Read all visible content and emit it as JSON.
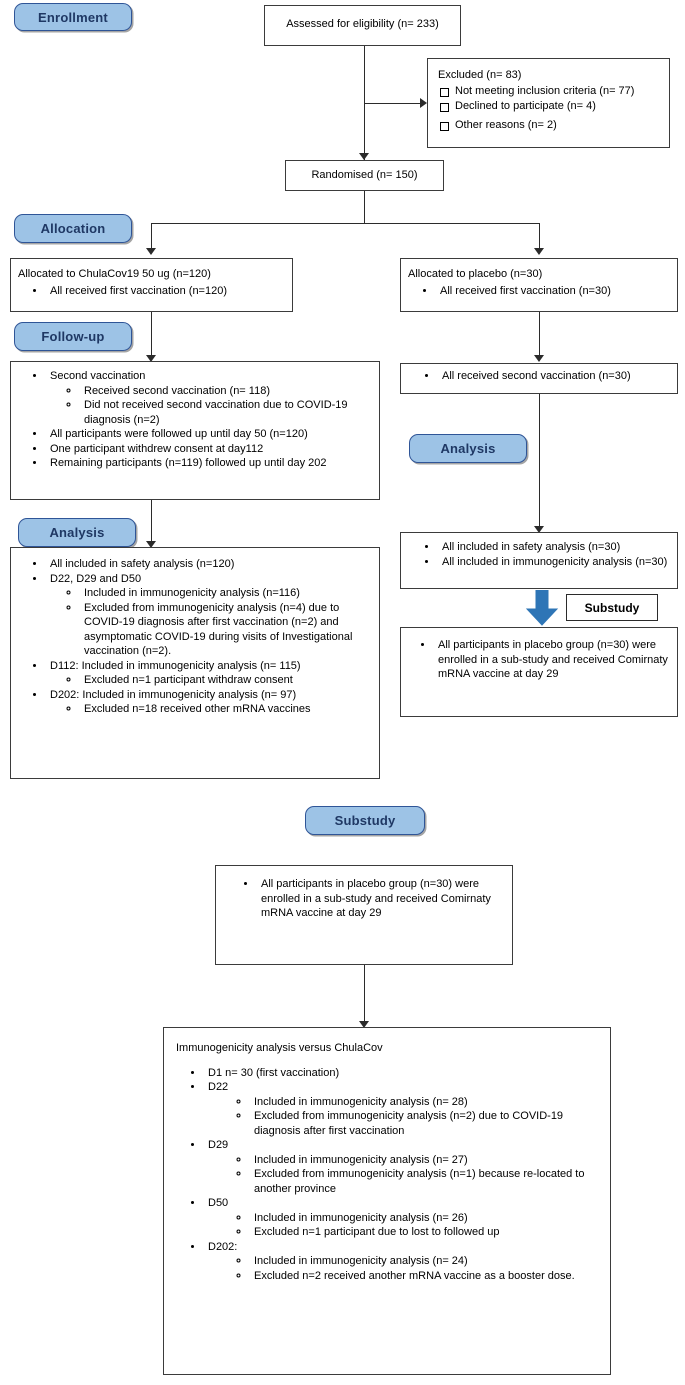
{
  "diagram": {
    "title": "CONSORT participant flow diagram",
    "colors": {
      "stage_fill": "#9DC3E6",
      "stage_border": "#2F5597",
      "stage_text": "#1F3864",
      "node_border": "#3B3B3B",
      "connector": "#2B2B2B",
      "fat_arrow": "#2E75B6"
    }
  },
  "stages": {
    "enrollment": "Enrollment",
    "allocation": "Allocation",
    "followup": "Follow-up",
    "analysis_left": "Analysis",
    "analysis_right": "Analysis",
    "substudy_center": "Substudy",
    "substudy_tag": "Substudy"
  },
  "nodes": {
    "assessed": {
      "text": "Assessed for eligibility (n= 233)"
    },
    "excluded": {
      "heading": "Excluded (n= 83)",
      "items": [
        "Not meeting inclusion criteria (n= 77)",
        "Declined to participate (n= 4)",
        "Other reasons (n= 2)"
      ]
    },
    "randomised": {
      "text": "Randomised (n= 150)"
    },
    "alloc_left": {
      "heading": "Allocated to ChulaCov19 50 ug (n=120)",
      "items": [
        "All received first vaccination (n=120)"
      ]
    },
    "alloc_right": {
      "heading": "Allocated to placebo (n=30)",
      "items": [
        "All received first vaccination (n=30)"
      ]
    },
    "followup_left": {
      "items": [
        {
          "text": "Second vaccination",
          "sub": [
            "Received second vaccination (n= 118)",
            "Did not received second vaccination due to COVID-19 diagnosis (n=2)"
          ]
        },
        {
          "text": "All participants were followed up until day 50 (n=120)",
          "sub": []
        },
        {
          "text": "One participant withdrew consent at day112",
          "sub": []
        },
        {
          "text": "Remaining participants (n=119) followed up until day 202",
          "sub": []
        }
      ]
    },
    "followup_right": {
      "items": [
        "All received second vaccination (n=30)"
      ]
    },
    "analysis_left": {
      "items": [
        {
          "text": "All included in safety analysis (n=120)",
          "sub": []
        },
        {
          "text": "D22, D29 and D50",
          "sub": [
            "Included in immunogenicity analysis (n=116)",
            "Excluded from immunogenicity analysis (n=4) due to COVID-19 diagnosis after first vaccination (n=2) and asymptomatic COVID-19 during visits of Investigational vaccination (n=2)."
          ]
        },
        {
          "text": "D112:  Included in immunogenicity analysis (n= 115)",
          "sub": [
            "Excluded n=1 participant withdraw consent"
          ]
        },
        {
          "text": "D202: Included in immunogenicity analysis (n= 97)",
          "sub": [
            "Excluded n=18 received other mRNA vaccines"
          ]
        }
      ]
    },
    "analysis_right": {
      "items": [
        "All included in safety analysis (n=30)",
        "All included in immunogenicity analysis (n=30)"
      ]
    },
    "substudy_right": {
      "items": [
        "All participants in placebo group (n=30) were enrolled in a sub-study and received Comirnaty mRNA vaccine at day 29"
      ]
    },
    "substudy_center": {
      "items": [
        "All participants in placebo group (n=30) were enrolled in a sub-study and received Comirnaty mRNA vaccine at day 29"
      ]
    },
    "substudy_analysis": {
      "heading": "Immunogenicity analysis versus ChulaCov",
      "items": [
        {
          "text": "D1 n= 30 (first vaccination)",
          "sub": []
        },
        {
          "text": "D22",
          "sub": [
            "Included in immunogenicity analysis (n= 28)",
            "Excluded from immunogenicity analysis (n=2) due to COVID-19 diagnosis after first vaccination"
          ]
        },
        {
          "text": "D29",
          "sub": [
            "Included in immunogenicity analysis (n= 27)",
            "Excluded from immunogenicity analysis (n=1) because re-located to another province"
          ]
        },
        {
          "text": "D50",
          "sub": [
            "Included in immunogenicity analysis (n= 26)",
            "Excluded n=1 participant due to lost to followed up"
          ]
        },
        {
          "text": "D202:",
          "sub": [
            "Included in immunogenicity analysis (n= 24)",
            "Excluded n=2 received another mRNA vaccine as a booster dose."
          ]
        }
      ]
    }
  }
}
